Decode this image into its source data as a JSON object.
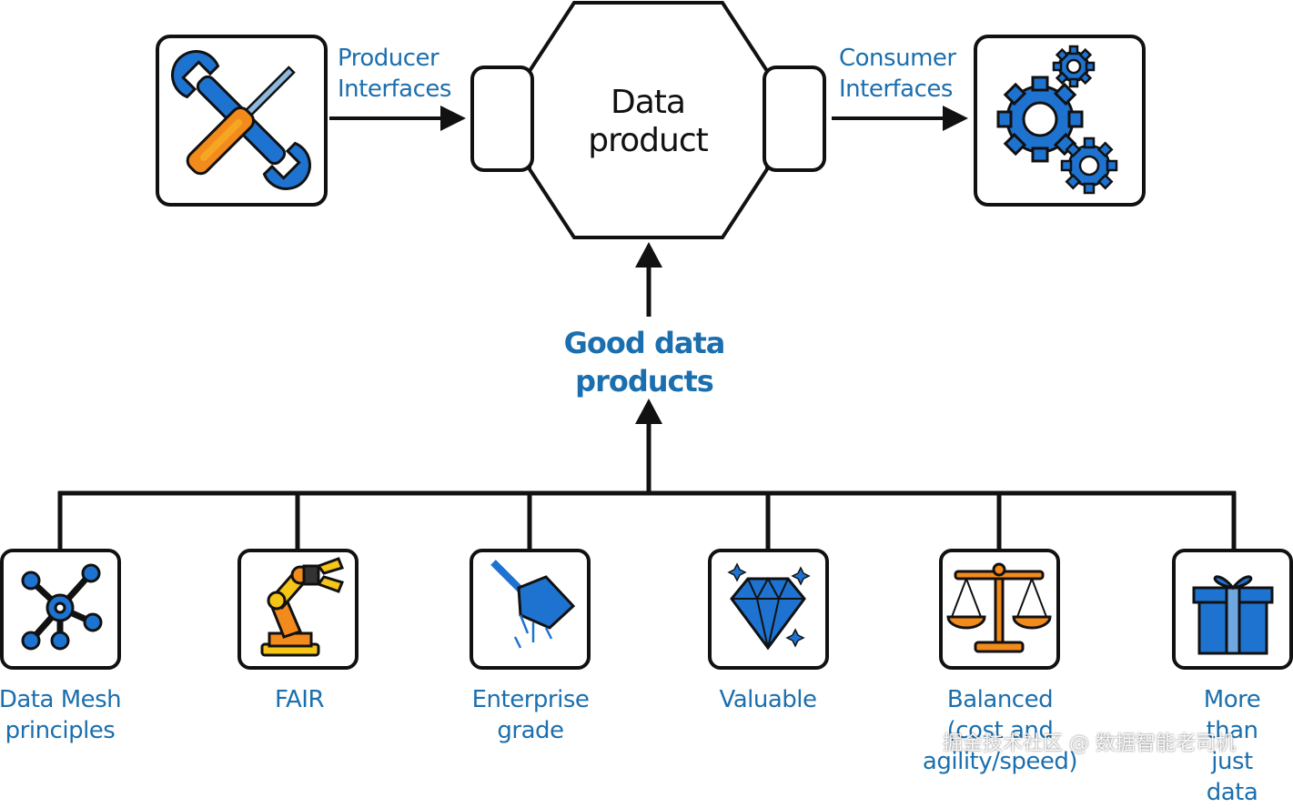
{
  "diagram": {
    "data_product": "Data\nproduct",
    "producer_label": "Producer\nInterfaces",
    "consumer_label": "Consumer\nInterfaces",
    "good_label": "Good data\nproducts",
    "pillars": [
      {
        "label": "Data Mesh\nprinciples",
        "icon": "network-icon"
      },
      {
        "label": "FAIR",
        "icon": "robot-arm-icon"
      },
      {
        "label": "Enterprise\ngrade",
        "icon": "spatula-icon"
      },
      {
        "label": "Valuable",
        "icon": "diamond-icon"
      },
      {
        "label": "Balanced\n(cost and\nagility/speed)",
        "icon": "scales-icon"
      },
      {
        "label": "More than\njust data",
        "icon": "gift-icon"
      }
    ],
    "producer_icon": "tools-icon",
    "consumer_icon": "gears-icon"
  },
  "watermark": "掘金技术社区 @ 数据智能老司机",
  "colors": {
    "accent_blue": "#1b6fae",
    "icon_blue": "#1e73d0",
    "icon_orange": "#f28a1c",
    "icon_yellow": "#f5c518",
    "stroke": "#111111"
  }
}
